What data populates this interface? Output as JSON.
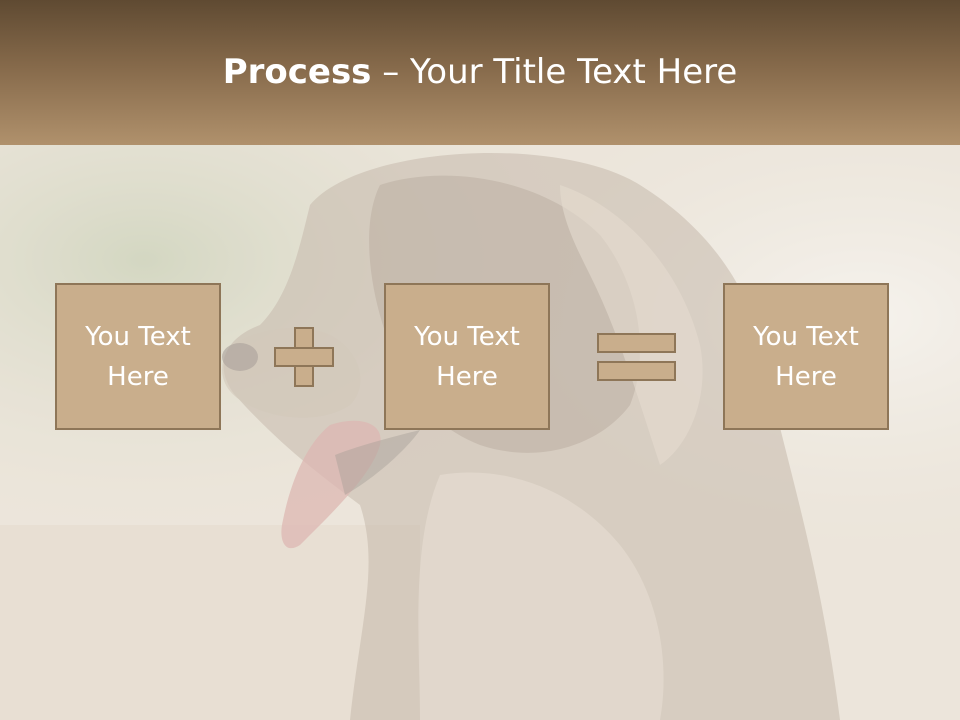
{
  "slide": {
    "title_bold": "Process",
    "title_rest": " – Your Title Text Here",
    "boxes": [
      {
        "line1": "You Text",
        "line2": "Here"
      },
      {
        "line1": "You Text",
        "line2": "Here"
      },
      {
        "line1": "You Text",
        "line2": "Here"
      }
    ],
    "operators": [
      "plus-icon",
      "equals-icon"
    ],
    "colors": {
      "header_top": "#5f4a32",
      "header_bottom": "#b0916c",
      "box_fill": "#c9ae8c",
      "box_border": "#8e7658",
      "text": "#ffffff"
    }
  }
}
